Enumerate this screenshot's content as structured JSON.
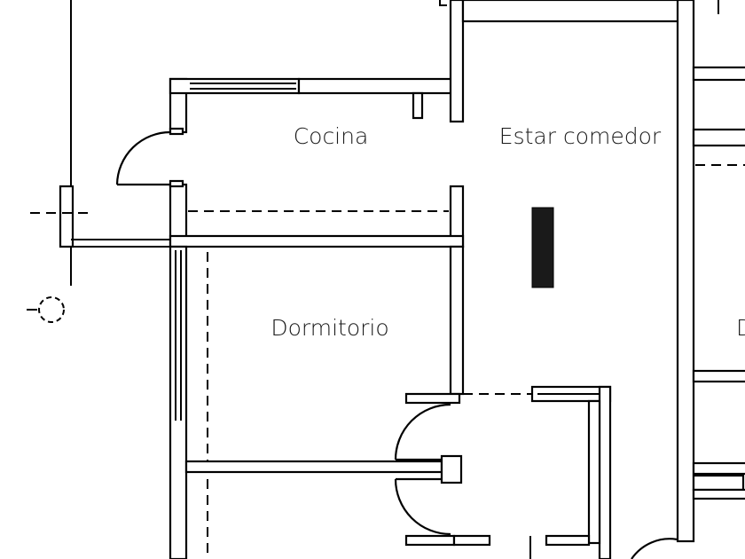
{
  "plan": {
    "rooms": {
      "kitchen": "Cocina",
      "living_dining": "Estar comedor",
      "bedroom": "Dormitorio",
      "right_room_partial": "D"
    },
    "colors": {
      "line": "#000000",
      "background": "#ffffff",
      "label": "#1a1a1a"
    }
  }
}
